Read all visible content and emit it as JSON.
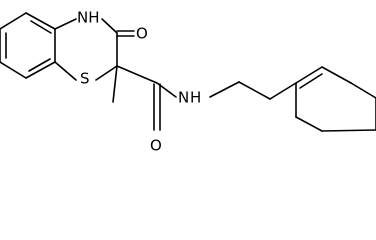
{
  "structure": {
    "atoms": {
      "nh_ring": "NH",
      "carbonyl_o_ring": "O",
      "sulfur": "S",
      "nh_amide": "N",
      "h_amide": "H",
      "carbonyl_o_amide": "O"
    }
  }
}
